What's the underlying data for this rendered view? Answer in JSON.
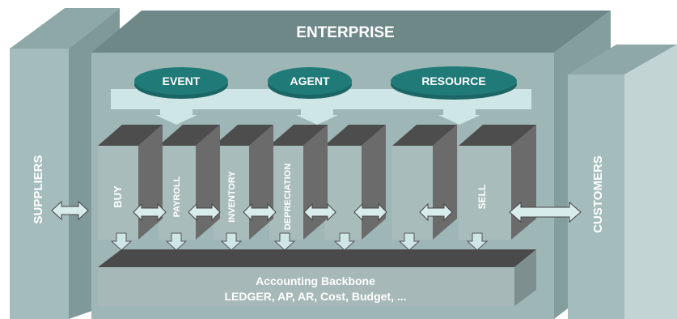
{
  "enterprise": {
    "title": "ENTERPRISE"
  },
  "suppliers": {
    "label": "SUPPLIERS"
  },
  "customers": {
    "label": "CUSTOMERS"
  },
  "ovals": [
    {
      "label": "EVENT"
    },
    {
      "label": "AGENT"
    },
    {
      "label": "RESOURCE"
    }
  ],
  "processes": [
    {
      "label": "BUY"
    },
    {
      "label": "PAYROLL"
    },
    {
      "label": "INVENTORY"
    },
    {
      "label": "DEPRECIATION"
    },
    {
      "label": ""
    },
    {
      "label": ""
    },
    {
      "label": "SELL"
    }
  ],
  "backbone": {
    "title": "Accounting Backbone",
    "subtitle": "LEDGER, AP, AR, Cost, Budget, ..."
  },
  "colors": {
    "outer_box": "#9fb6b6",
    "outer_top": "#6e8888",
    "inner_box": "#b3c6c6",
    "process_front": "#a9bcbc",
    "process_side": "#6b6b6b",
    "process_top": "#4d4d4d",
    "oval_fill": "#1f7a78",
    "arrow_fill": "#cfe6e6",
    "backbone_front": "#a6b8b8",
    "backbone_top": "#4a4a4a"
  }
}
